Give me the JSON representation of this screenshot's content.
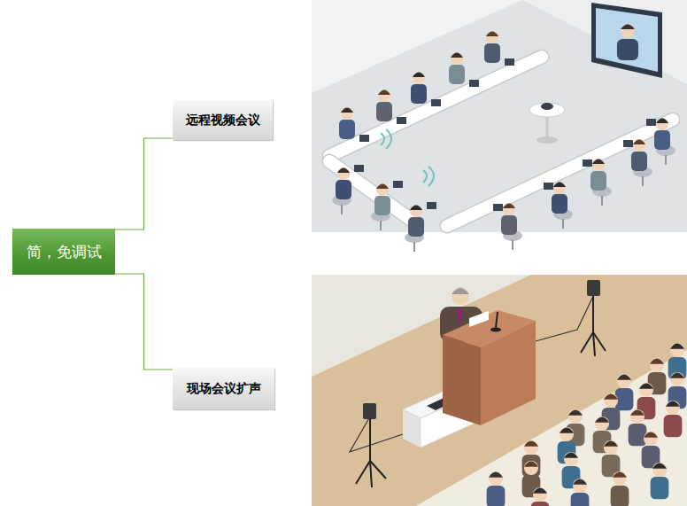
{
  "diagram": {
    "nodes": [
      {
        "text": [
          "简，免调试"
        ]
      },
      {
        "text": [
          "远程视频会议"
        ]
      },
      {
        "text": [
          "现场会议扩声"
        ]
      }
    ],
    "edges": [
      {
        "from": 0,
        "to": 1,
        "arrow": "none"
      },
      {
        "from": 0,
        "to": 2,
        "arrow": "none"
      }
    ]
  }
}
